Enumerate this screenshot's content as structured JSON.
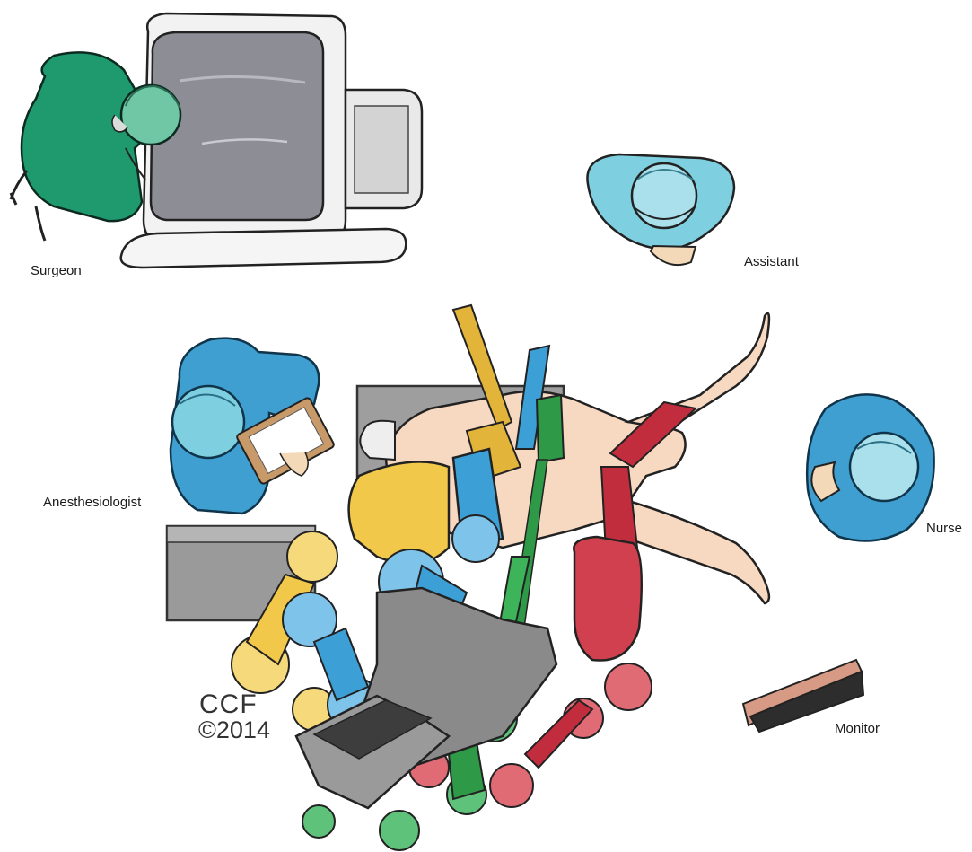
{
  "labels": {
    "surgeon": "Surgeon",
    "assistant": "Assistant",
    "anesthesiologist": "Anesthesiologist",
    "nurse": "Nurse",
    "monitor": "Monitor"
  },
  "credit": {
    "organization": "CCF",
    "copyright": "©2014"
  },
  "colors": {
    "surgeon_gown": "#1f9a6e",
    "staff_gown": "#7ecfe0",
    "console_grey": "#8d8d95",
    "arm_yellow": "#f2c84b",
    "arm_blue": "#3c9fd6",
    "arm_green": "#2e9a47",
    "arm_red": "#c22d3e",
    "skin": "#f7d9c2",
    "table_grey": "#9e9e9e"
  }
}
